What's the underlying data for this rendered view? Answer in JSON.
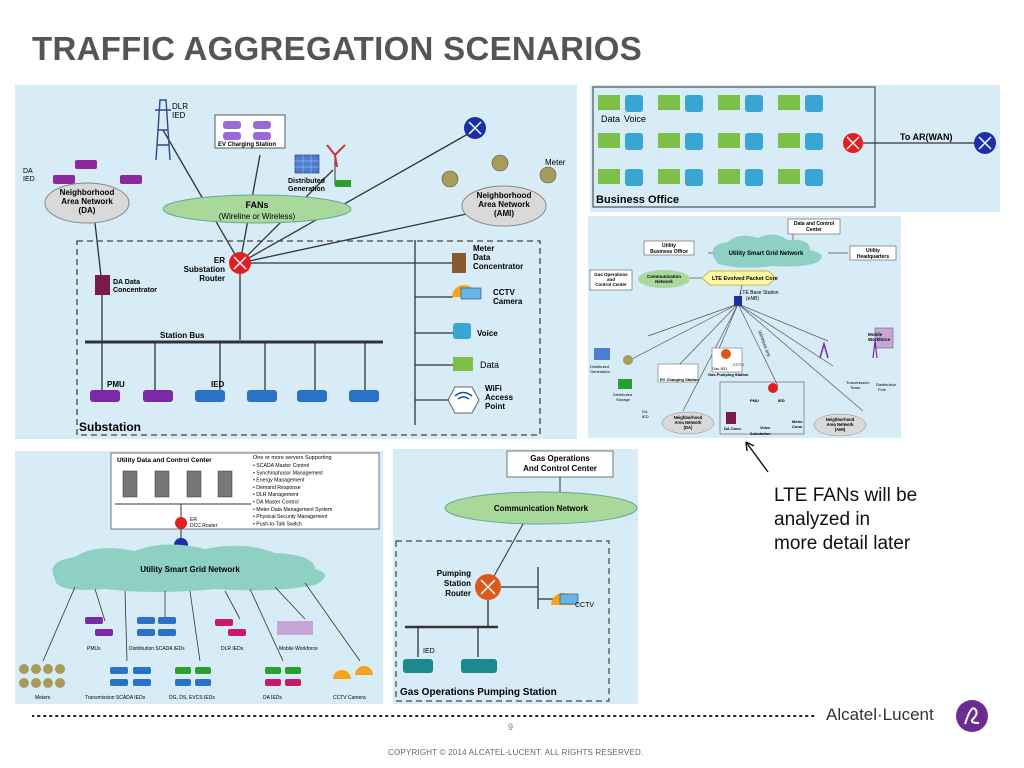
{
  "title": "TRAFFIC AGGREGATION SCENARIOS",
  "substation": {
    "labels": {
      "dlr_ied": "DLR\nIED",
      "ev_charging": "EV Charging Station",
      "distributed_generation": "Distributed\nGeneration",
      "meter": "Meter",
      "da_ied": "DA\nIED",
      "nan_da": "Neighborhood\nArea Network\n(DA)",
      "fans": "FANs",
      "fans_sub": "(Wireline or Wireless)",
      "nan_ami": "Neighborhood\nArea Network\n(AMI)",
      "er_router": "ER\nSubstation\nRouter",
      "meter_data_concentrator": "Meter\nData\nConcentrator",
      "da_data_concentrator": "DA Data\nConcentrator",
      "cctv_camera": "CCTV\nCamera",
      "station_bus": "Station Bus",
      "voice": "Voice",
      "data": "Data",
      "pmu": "PMU",
      "ied": "IED",
      "wifi": "WiFi\nAccess\nPoint",
      "substation": "Substation"
    }
  },
  "business_office": {
    "data": "Data",
    "voice": "Voice",
    "to_ar": "To AR(WAN)",
    "name": "Business Office"
  },
  "lte": {
    "data_control_center": "Data and Control\nCenter",
    "utility_business_office": "Utility\nBusiness Office",
    "utility_smart_grid": "Utility Smart Grid Network",
    "utility_hq": "Utility\nHeadquarters",
    "gas_ops_center": "Gas Operations\nand\nControl Center",
    "comm_network": "Communication\nNetwork",
    "lte_evolved": "LTE Evolved",
    "packet_core": "Packet Core",
    "base_station": "LTE Base Station\n(eNB)",
    "wireless_link": "Wireless link",
    "mobile_workforce": "Mobile\nWorkforce",
    "distributed_generation": "Distributed\nGeneration",
    "ev_charging": "EV Charging Station",
    "gas_pumping": "Gas Pumping Station",
    "gas_ied": "Gas IED",
    "cctv": "CCTV",
    "transmission_tower": "Transmission\nTower",
    "distribution_pole": "Distribution\nPole",
    "distributed_storage": "Distributed\nStorage",
    "da_ied": "DA\nIED",
    "nan_da": "Neighborhood\nArea Network\n(DA)",
    "da_conc": "DA Conc.",
    "pmu": "PMU",
    "ied": "IED",
    "meter_conc": "Meter\nConc.",
    "voice": "Voice",
    "substation": "Substation",
    "nan_ami": "Neighborhood\nArea Network\n(AMI)"
  },
  "udcc": {
    "title": "Utility Data and Control Center",
    "servers_heading": "One or more servers Supporting",
    "services": [
      "SCADA Master  Control",
      "Synchrophasor Management",
      "Energy Management",
      "Demand Response",
      "DLR Management",
      "DA Master Control",
      "Meter Data Management System",
      "Physical Security Management",
      "Push-to-Talk Switch"
    ],
    "er_dcc_router": "ER\nDCC Router",
    "smart_grid": "Utility Smart Grid Network",
    "groups": [
      "PMUs",
      "Distribution SCADA IEDs",
      "DLR IEDs",
      "Mobile Workforce",
      "Meters",
      "Transmission SCADA IEDs",
      "DG, DS, EVCS IEDs",
      "DA IEDs",
      "CCTV Camera"
    ]
  },
  "gas": {
    "control_center": "Gas Operations\nAnd Control Center",
    "comm_network": "Communication Network",
    "pumping_router": "Pumping\nStation\nRouter",
    "cctv": "CCTV",
    "ied": "IED",
    "station": "Gas Operations Pumping Station"
  },
  "callout": {
    "lines": [
      "LTE FANs will be",
      "analyzed in",
      "more detail later"
    ]
  },
  "footer": {
    "page": "9",
    "copyright": "COPYRIGHT © 2014 ALCATEL-LUCENT.  ALL RIGHTS RESERVED.",
    "brand": "Alcatel·Lucent"
  },
  "colors": {
    "panel_bg": "#d7ecf7",
    "router_red": "#e02020",
    "router_blue": "#1a2fa8",
    "fan_green": "#a8d89a",
    "cloud": "#8fd0c4",
    "ied_blue": "#2a72c6",
    "ied_purple": "#7a2aa8",
    "brand_purple": "#6b2c91"
  }
}
